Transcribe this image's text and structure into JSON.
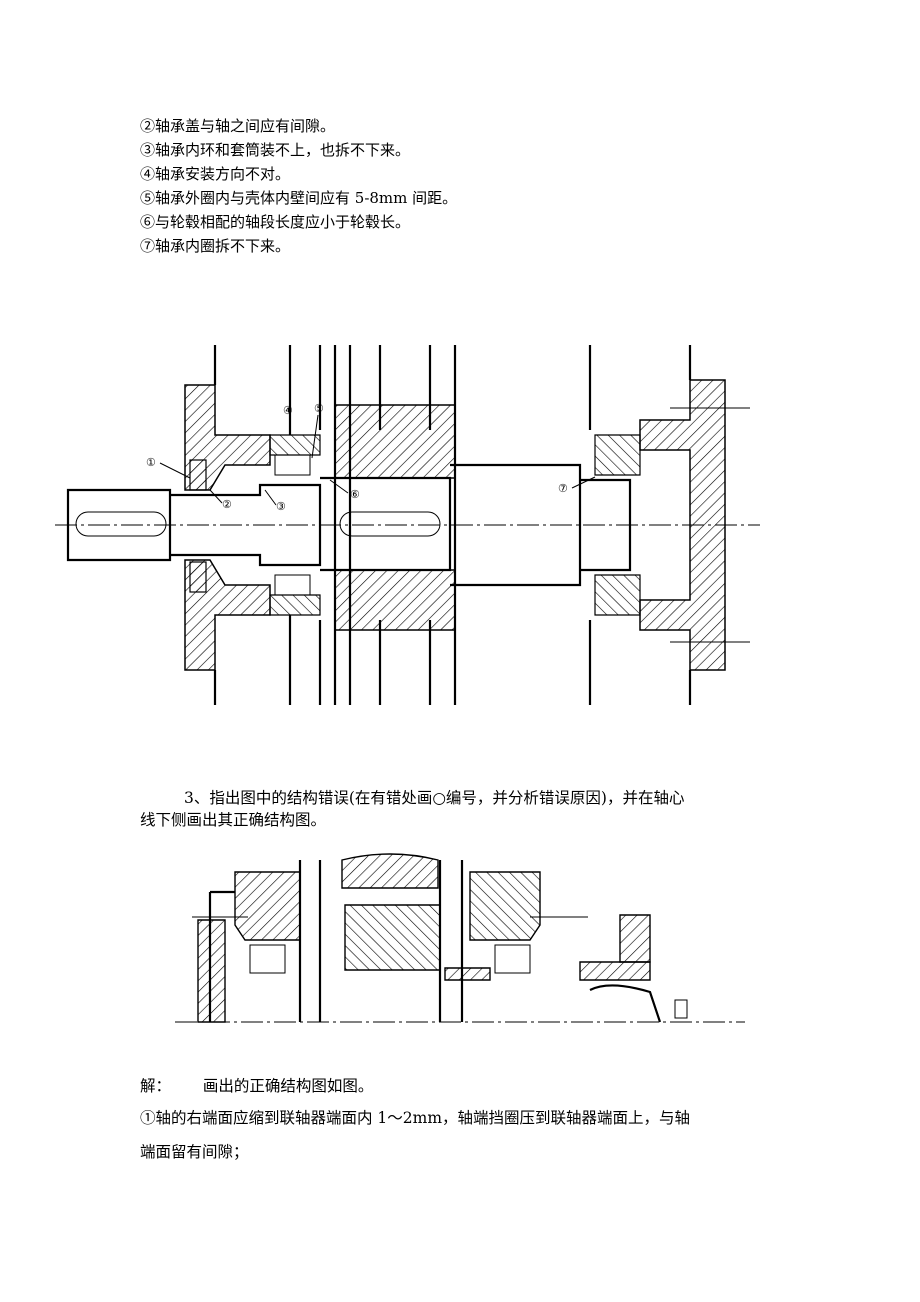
{
  "error_list": [
    "②轴承盖与轴之间应有间隙。",
    "③轴承内环和套筒装不上，也拆不下来。",
    "④轴承安装方向不对。",
    "⑤轴承外圈内与壳体内壁间应有 5-8mm 间距。",
    "⑥与轮毂相配的轴段长度应小于轮毂长。",
    "⑦轴承内圈拆不下来。"
  ],
  "figure1": {
    "callouts": [
      "①",
      "②",
      "③",
      "④",
      "⑤",
      "⑥",
      "⑦"
    ]
  },
  "question": {
    "line1": "3、指出图中的结构错误(在有错处画○编号，并分析错误原因)，并在轴心",
    "line2": "线下侧画出其正确结构图。"
  },
  "answer": {
    "label": "解：",
    "intro": "画出的正确结构图如图。",
    "item1_line1": "①轴的右端面应缩到联轴器端面内 1～2mm，轴端挡圈压到联轴器端面上，与轴",
    "item1_line2": "端面留有间隙；"
  }
}
